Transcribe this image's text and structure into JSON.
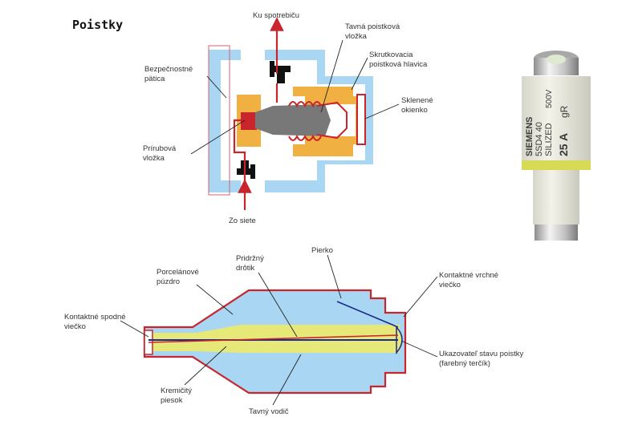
{
  "slide": {
    "title": "Poistky"
  },
  "top_diagram": {
    "labels": {
      "to_appliance": "Ku spotrebiču",
      "fuse_link_1": "Tavná poistková",
      "fuse_link_2": "vložka",
      "screw_cap_1": "Skrutkovacia",
      "screw_cap_2": "poistková hlavica",
      "base_1": "Bezpečnostné",
      "base_2": "pätica",
      "glass_1": "Sklenené",
      "glass_2": "okienko",
      "flange_1": "Prírubová",
      "flange_2": "vložka",
      "from_grid": "Zo siete"
    }
  },
  "photo": {
    "brand": "SIEMENS",
    "model": "5SD4 40",
    "series": "SILIZED",
    "rating": "25 A",
    "class": "gR",
    "voltage": "500V"
  },
  "bottom_diagram": {
    "labels": {
      "porcelain_1": "Porcelánové",
      "porcelain_2": "púzdro",
      "holding_wire_1": "Pridržný",
      "holding_wire_2": "drôtik",
      "spring": "Pierko",
      "top_cap_1": "Kontaktné vrchné",
      "top_cap_2": "viečko",
      "bottom_cap_1": "Kontaktné spodné",
      "bottom_cap_2": "viečko",
      "indicator_1": "Ukazovateľ stavu poistky",
      "indicator_2": "(farebný terčík)",
      "sand_1": "Kremičitý",
      "sand_2": "piesok",
      "fuse_conductor": "Tavný vodič"
    }
  },
  "colors": {
    "light_blue": "#a9d6f2",
    "orange": "#f0b042",
    "red": "#c8252d",
    "gray": "#787878",
    "yellow_green": "#e6e878",
    "navy": "#1b2a8c"
  }
}
